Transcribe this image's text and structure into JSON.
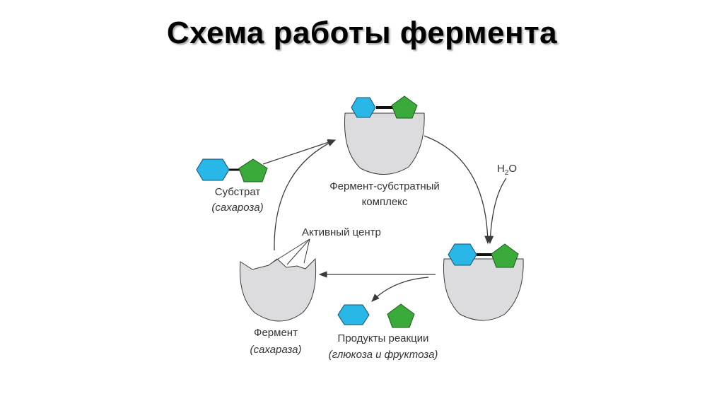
{
  "title": "Схема работы фермента",
  "labels": {
    "substrate": "Субстрат",
    "substrate_example": "(сахароза)",
    "complex_line1": "Фермент-субстратный",
    "complex_line2": "комплекс",
    "water_h": "H",
    "water_sub": "2",
    "water_o": "O",
    "active_site": "Активный центр",
    "enzyme": "Фермент",
    "enzyme_example": "(сахараза)",
    "products": "Продукты реакции",
    "products_example": "(глюкоза и фруктоза)"
  },
  "colors": {
    "glucose": "#29b7e8",
    "fructose": "#3aaa3a",
    "enzyme": "#dcdcde",
    "outline": "#3a3a3a"
  }
}
